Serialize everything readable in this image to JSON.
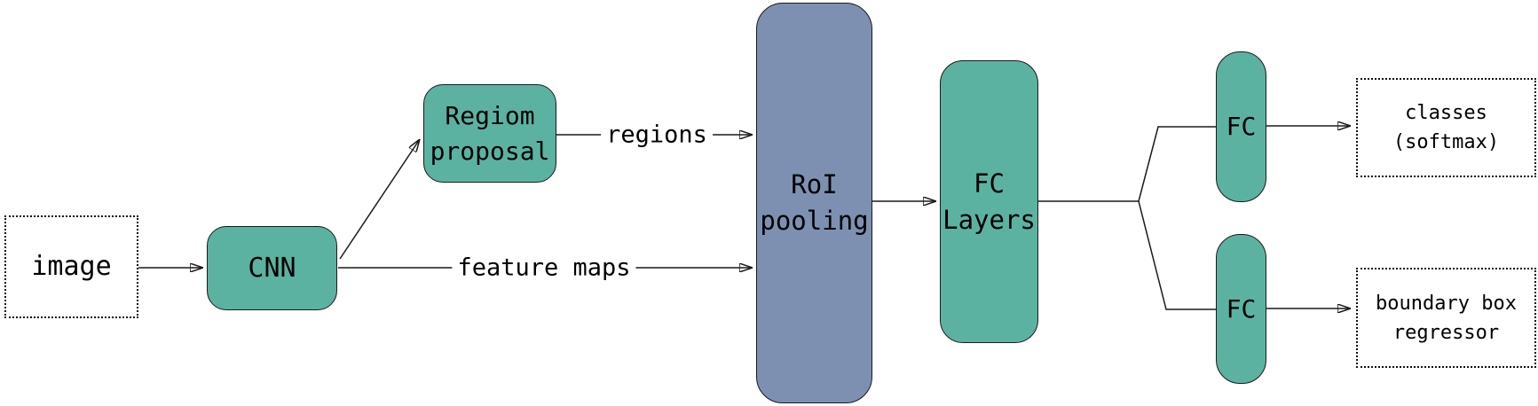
{
  "nodes": {
    "image": {
      "label": "image"
    },
    "cnn": {
      "label": "CNN"
    },
    "region_proposal": {
      "label": "Regiom\nproposal"
    },
    "roi_pooling": {
      "label": "RoI\npooling"
    },
    "fc_layers": {
      "label": "FC\nLayers"
    },
    "fc_top": {
      "label": "FC"
    },
    "fc_bottom": {
      "label": "FC"
    },
    "classes_output": {
      "label": "classes\n(softmax)"
    },
    "boundary_output": {
      "label": "boundary box\nregressor"
    }
  },
  "edge_labels": {
    "regions": "regions",
    "feature_maps": "feature maps"
  },
  "colors": {
    "node_teal": "#5CB2A1",
    "node_blue": "#7D90B2",
    "line": "#1a1a1a",
    "background": "#ffffff"
  }
}
